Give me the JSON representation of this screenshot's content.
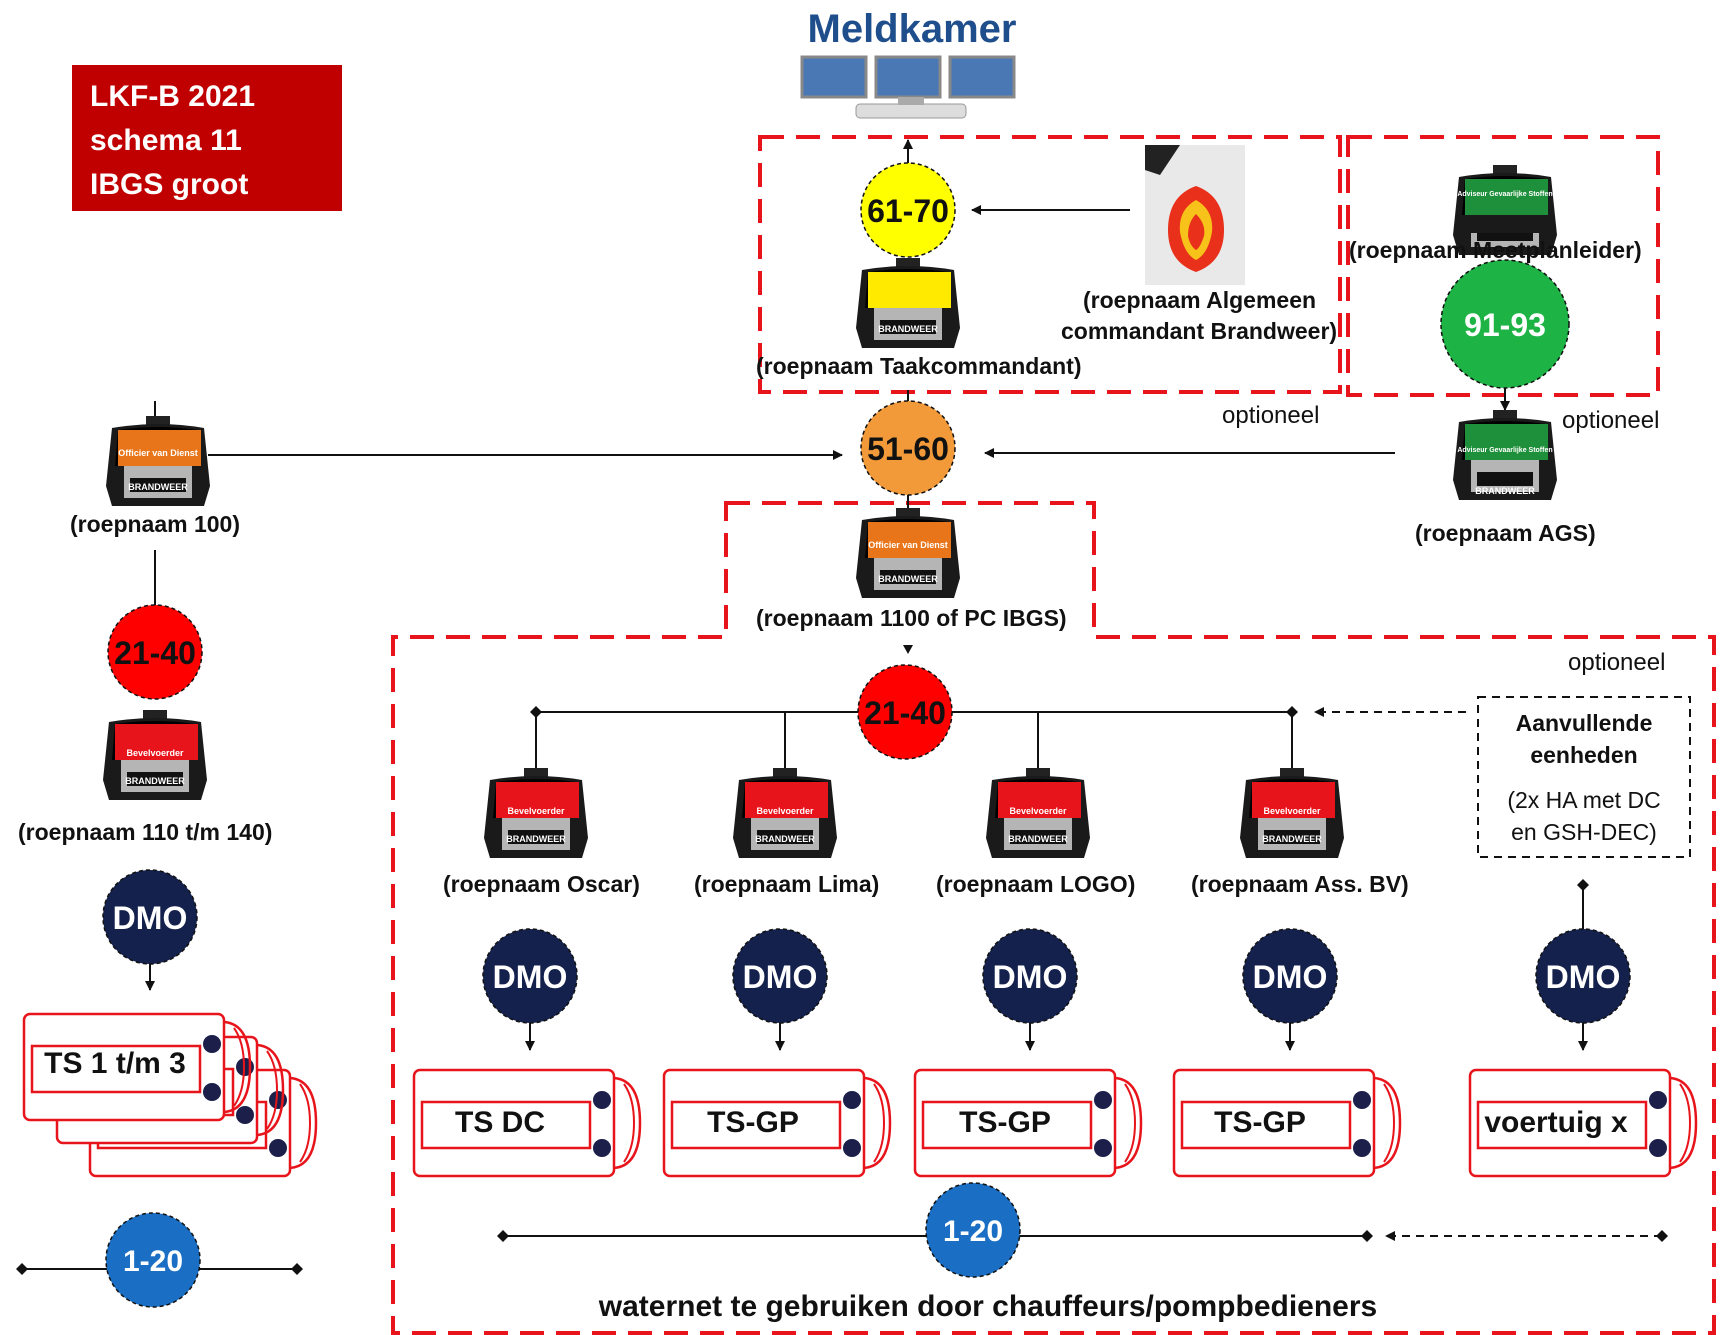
{
  "title": "Meldkamer",
  "badge": {
    "line1": "LKF-B 2021",
    "line2": "schema 11",
    "line3": "IBGS groot",
    "color": "#c00000"
  },
  "optional_label": "optioneel",
  "colors": {
    "dashed_red": "#e8141b",
    "dmo_blue": "#14214d",
    "waternet_blue": "#1a6fc4",
    "vehicle_red": "#e8141b"
  },
  "nodes": {
    "c6170": "61-70",
    "c9193": "91-93",
    "c5160": "51-60",
    "c2140_left": "21-40",
    "c2140_main": "21-40",
    "c120_left": "1-20",
    "c120_main": "1-20"
  },
  "roles": {
    "taakcommandant": "(roepnaam Taakcommandant)",
    "algemeen_l1": "(roepnaam Algemeen",
    "algemeen_l2": "commandant Brandweer)",
    "meetplanleider": "(roepnaam Meetplanleider)",
    "ags": "(roepnaam AGS)",
    "r100": "(roepnaam 100)",
    "r1100": "(roepnaam 1100 of PC  IBGS)",
    "r110": "(roepnaam 110 t/m 140)",
    "oscar": "(roepnaam Oscar)",
    "lima": "(roepnaam Lima)",
    "logo": "(roepnaam LOGO)",
    "assbv": "(roepnaam Ass. BV)"
  },
  "vest_texts": {
    "brandweer": "BRANDWEER",
    "ovd": "Officier van Dienst",
    "bevelvoerder": "Bevelvoerder",
    "ags": "Adviseur Gevaarlijke Stoffen"
  },
  "aanvullende": {
    "l1": "Aanvullende",
    "l2": "eenheden",
    "l3": "(2x HA met DC",
    "l4": "en GSH-DEC)"
  },
  "dmo": "DMO",
  "vehicles": {
    "left": "TS 1 t/m 3",
    "v1": "TS DC",
    "v2": "TS-GP",
    "v3": "TS-GP",
    "v4": "TS-GP",
    "v5": "voertuig x"
  },
  "waternet_note": "waternet te gebruiken door chauffeurs/pompbedieners"
}
